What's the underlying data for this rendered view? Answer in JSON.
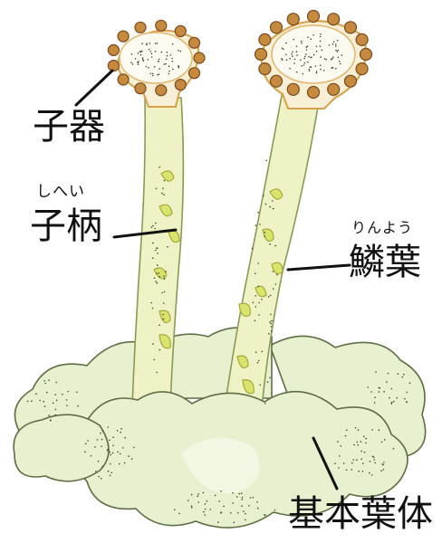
{
  "labels": {
    "apothecium": {
      "text": "子器"
    },
    "podetium": {
      "text": "子柄",
      "ruby": "しへい"
    },
    "squamule": {
      "text": "鱗葉",
      "ruby": "りんよう"
    },
    "basal_thallus": {
      "text": "基本葉体"
    }
  },
  "colors": {
    "thallus_fill": "#e7f0cf",
    "thallus_stroke": "#5d6e45",
    "stalk_fill": "#eef2c4",
    "stalk_stroke": "#8a9a55",
    "squamule_fill": "#d9e46c",
    "cup_rim": "#d9a04a",
    "rim_dot": "#c58a3e",
    "leader_line": "#111111"
  }
}
